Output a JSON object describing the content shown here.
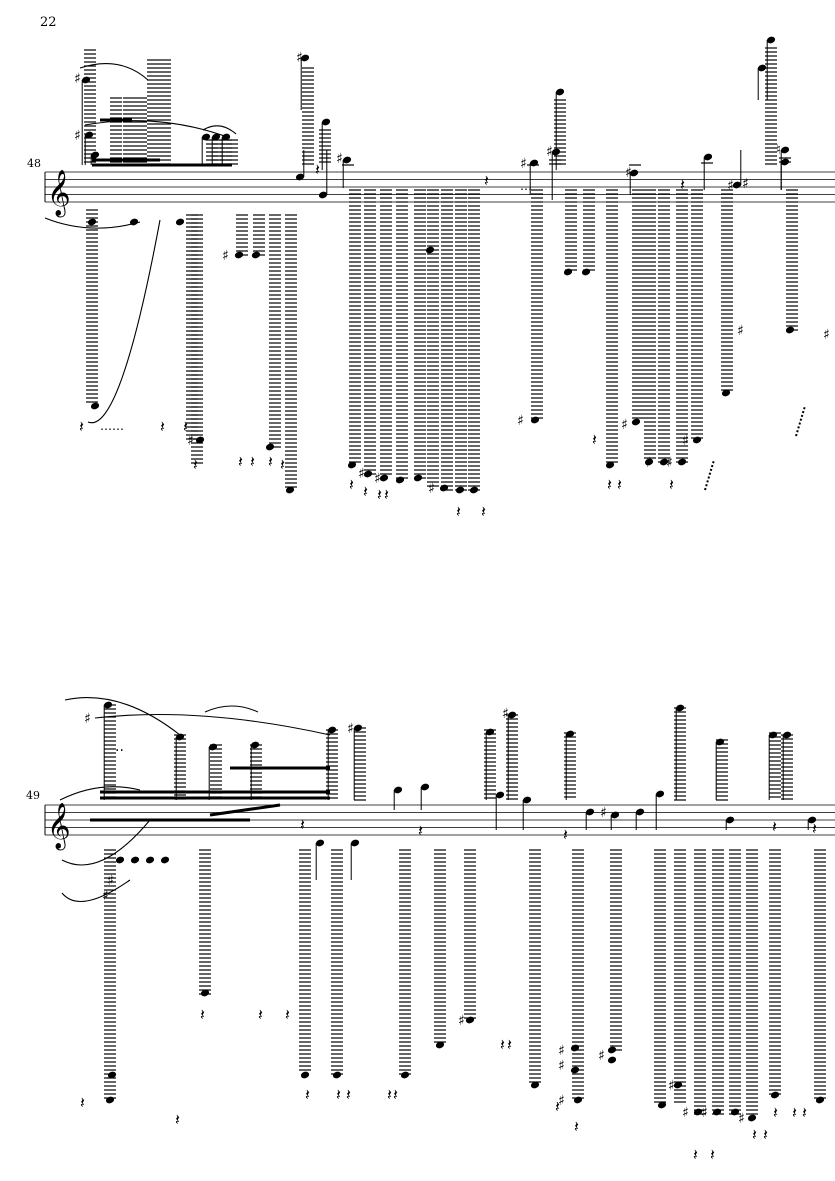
{
  "page": {
    "number": "22"
  },
  "systems": [
    {
      "measure_number": "48",
      "clef": "treble"
    },
    {
      "measure_number": "49",
      "clef": "treble"
    }
  ],
  "colors": {
    "ink": "#000000",
    "paper": "#ffffff"
  },
  "glyphs": {
    "sharp": "♯",
    "natural": "♮",
    "rest": "𝄽",
    "treble-clef": "𝄞"
  }
}
